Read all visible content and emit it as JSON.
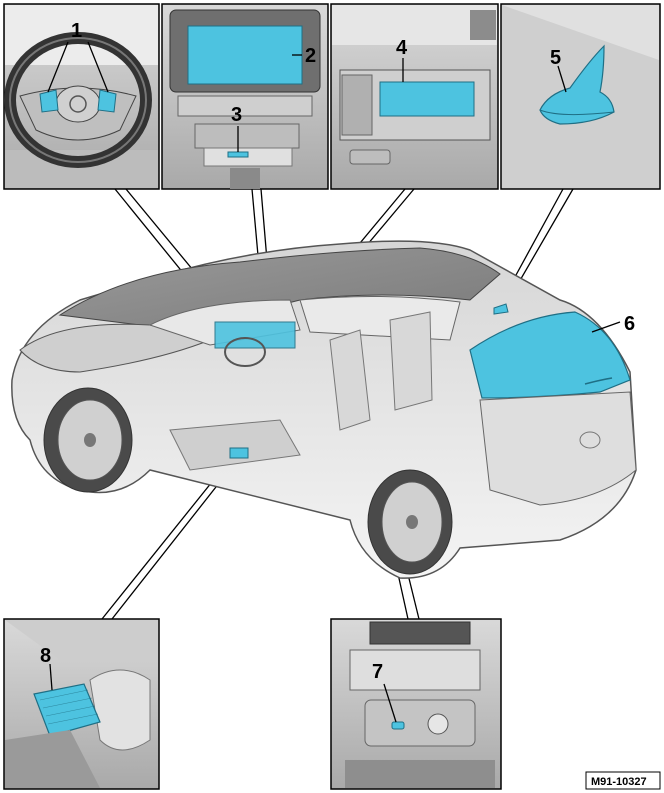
{
  "figure": {
    "reference": "M91-10327",
    "highlight_color": "#4dc3e0",
    "background_color": "#ffffff",
    "line_color": "#000000"
  },
  "panels": {
    "steering_wheel": {
      "callout": "1"
    },
    "dashboard": {
      "callouts": [
        "2",
        "3"
      ]
    },
    "glovebox": {
      "callout": "4"
    },
    "roof_antenna": {
      "callout": "5"
    },
    "floor_module": {
      "callout": "8"
    },
    "rear_console": {
      "callout": "7"
    }
  },
  "vehicle": {
    "callout": "6"
  }
}
